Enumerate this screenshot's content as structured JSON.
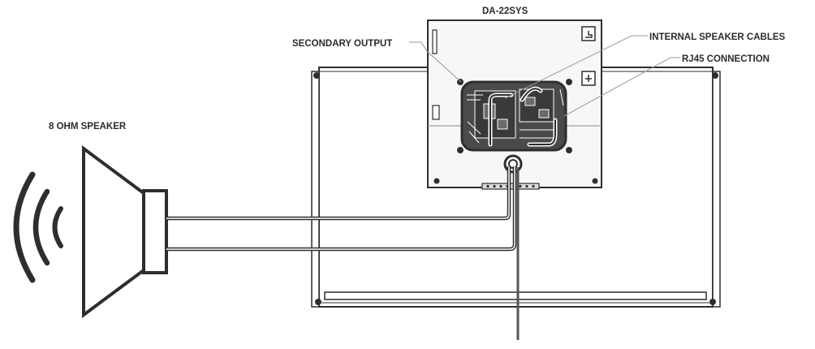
{
  "device": {
    "model": "DA-22SYS"
  },
  "speaker": {
    "label": "8 OHM SPEAKER"
  },
  "callouts": {
    "secondary_output": "SECONDARY OUTPUT",
    "internal_cables": "INTERNAL SPEAKER CABLES",
    "rj45": "RJ45 CONNECTION"
  },
  "colors": {
    "line": "#2e2e2e",
    "panel_fill": "#f7f7f7",
    "board_fill": "#3a3a3a",
    "leader": "#9a9a9a"
  }
}
